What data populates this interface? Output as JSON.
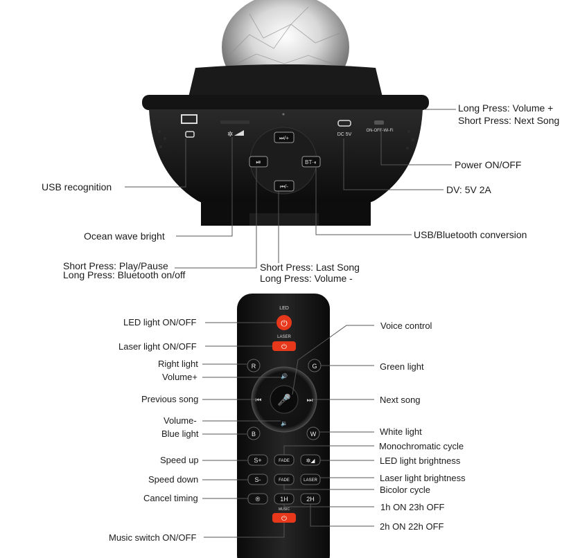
{
  "projector": {
    "labels": {
      "long_press_volume_up": "Long Press: Volume +",
      "short_press_next_song": "Short Press: Next Song",
      "power_on_off": "Power ON/OFF",
      "dv": "DV: 5V 2A",
      "usb_recognition": "USB recognition",
      "ocean_wave_bright": "Ocean wave bright",
      "usb_bluetooth_conversion": "USB/Bluetooth conversion",
      "short_press_play_pause": "Short Press: Play/Pause",
      "long_press_bluetooth": "Long Press: Bluetooth on/off",
      "short_press_last_song": "Short Press: Last Song",
      "long_press_volume_down": "Long Press: Volume -"
    },
    "device_text": {
      "dc": "DC 5V",
      "switch": "ON-OFF-Wi-Fi",
      "next": "⏭/+",
      "prev": "⏮/-",
      "bt": "BT·◐",
      "play": "⏯"
    }
  },
  "remote": {
    "labels": {
      "led_on_off": "LED light ON/OFF",
      "laser_on_off": "Laser light ON/OFF",
      "right_light": "Right light",
      "volume_up": "Volume+",
      "previous_song": "Previous song",
      "volume_down": "Volume-",
      "blue_light": "Blue light",
      "speed_up": "Speed up",
      "speed_down": "Speed down",
      "cancel_timing": "Cancel timing",
      "music_switch": "Music switch ON/OFF",
      "voice_control": "Voice control",
      "green_light": "Green light",
      "next_song": "Next song",
      "white_light": "White light",
      "monochromatic_cycle": "Monochromatic cycle",
      "led_brightness": "LED light brightness",
      "laser_brightness": "Laser light brightness",
      "bicolor_cycle": "Bicolor cycle",
      "timer_1h": "1h ON 23h OFF",
      "timer_2h": "2h ON 22h OFF"
    },
    "button_text": {
      "led": "LED",
      "laser": "LASER",
      "r": "R",
      "g": "G",
      "b": "B",
      "w": "W",
      "s_plus": "S+",
      "s_minus": "S-",
      "fade1": "FADE",
      "fade2": "FADE",
      "laser_light": "LASER",
      "h1": "1H",
      "h2": "2H",
      "music": "MUSIC"
    }
  },
  "colors": {
    "body_black": "#111111",
    "accent_red": "#e8381c",
    "line_gray": "#555555"
  }
}
